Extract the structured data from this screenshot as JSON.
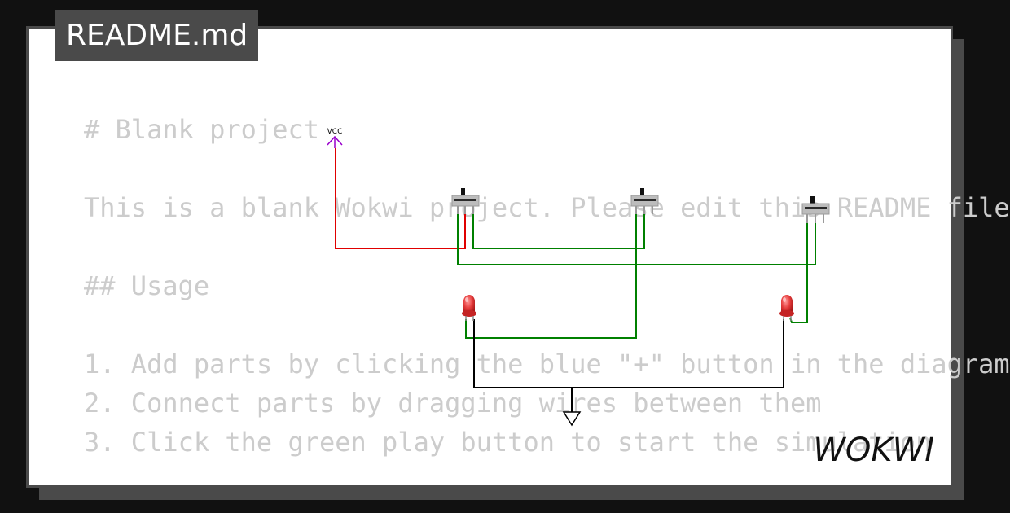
{
  "title_tab": {
    "label": "README.md"
  },
  "readme": {
    "heading": "# Blank project",
    "intro": "This is a blank Wokwi project. Please edit this README file",
    "usage_heading": "## Usage",
    "steps": [
      "1. Add parts by clicking the blue \"+\" button in the diagram",
      "2. Connect parts by dragging wires between them",
      "3. Click the green play button to start the simulation"
    ]
  },
  "diagram": {
    "vcc_label": "VCC",
    "parts": [
      "slide-switch-1",
      "slide-switch-2",
      "slide-switch-3",
      "red-led-1",
      "red-led-2",
      "ground"
    ]
  },
  "brand": {
    "logo_text": "WOKWI"
  },
  "colors": {
    "background": "#111111",
    "card": "#ffffff",
    "frame": "#4a4a4a",
    "readme_text": "#cccccc",
    "vcc_wire": "#e00000",
    "signal_wire": "#008000",
    "ground_wire": "#000000",
    "vcc_symbol": "#9900cc",
    "led": "#e03030"
  }
}
